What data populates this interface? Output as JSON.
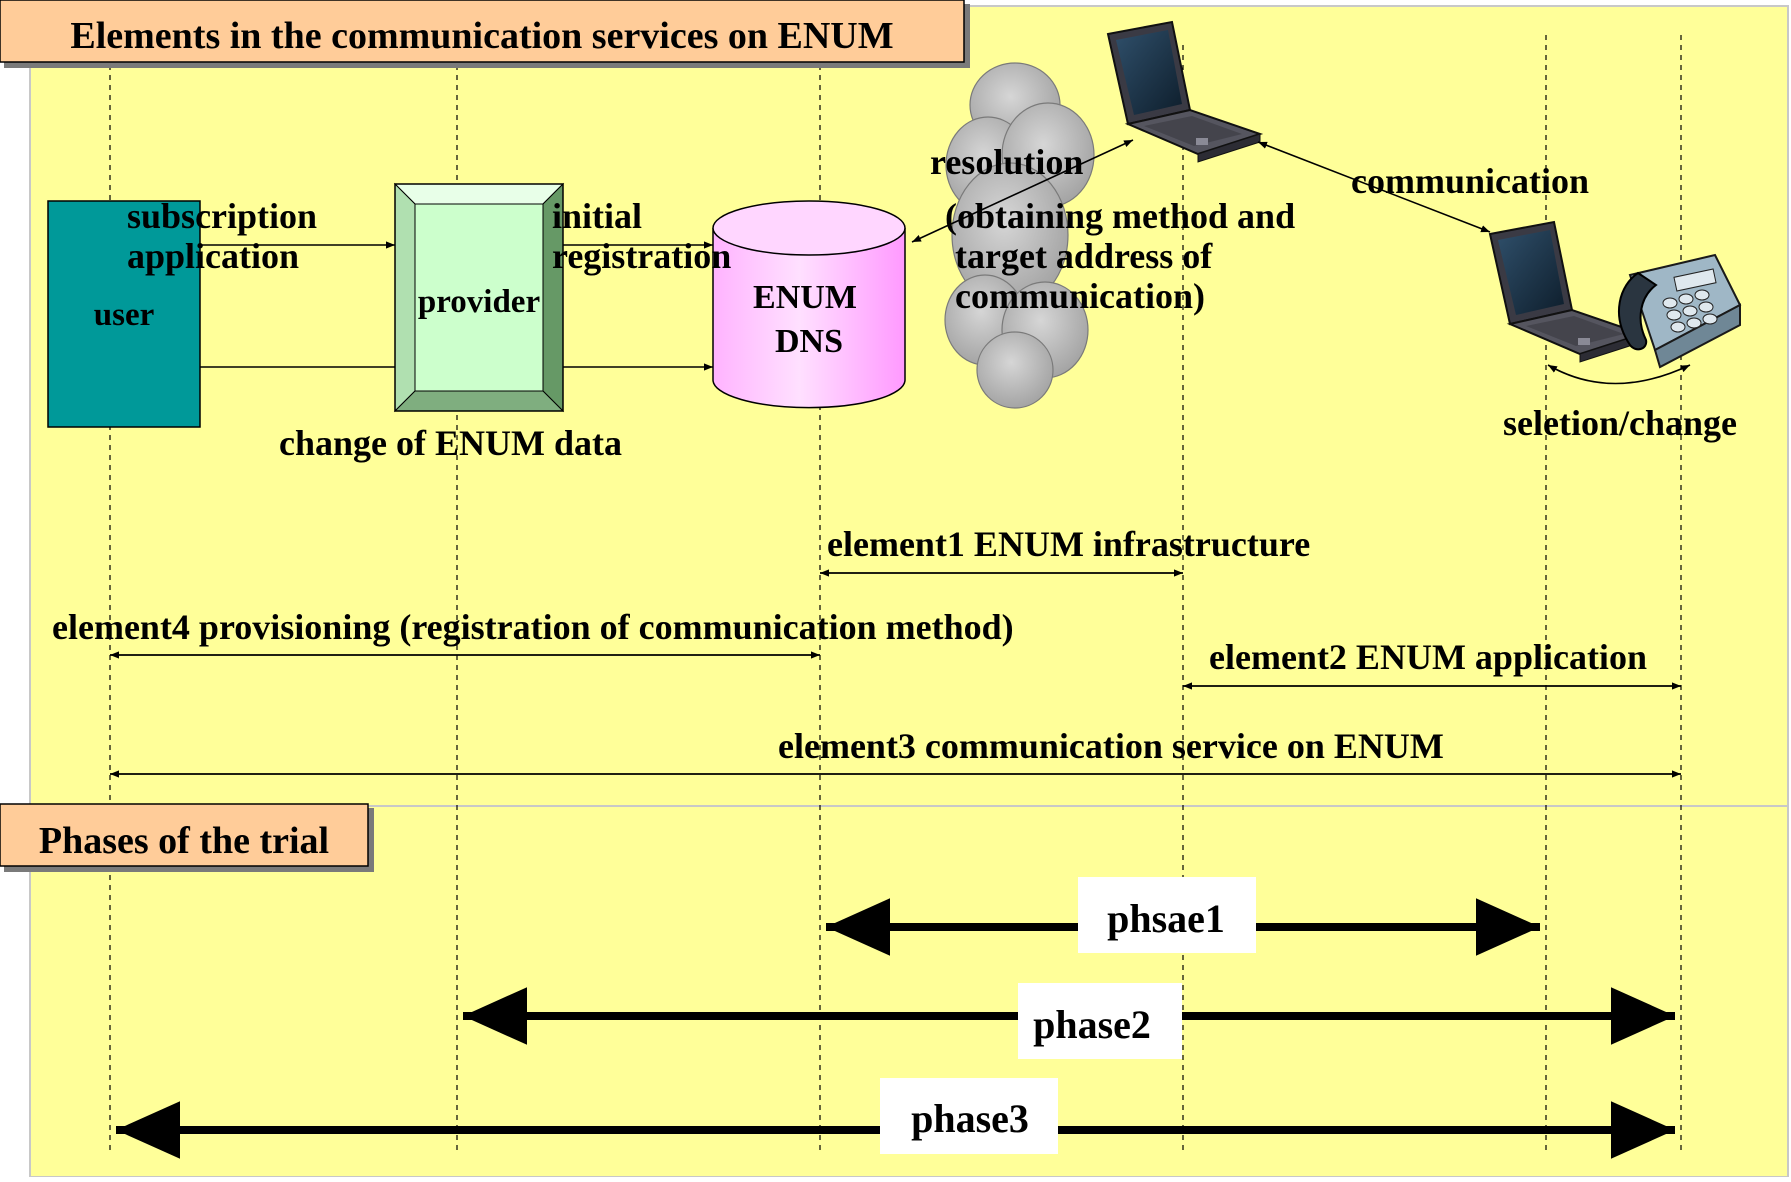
{
  "colors": {
    "background": "#ffff99",
    "header_box": "#ffcc99",
    "user_box": "#009999",
    "provider_box": "#ccffcc",
    "provider_bevel": "#669966",
    "enum_dns": "#ffccff",
    "cloud": "#b8b8b8"
  },
  "sections": {
    "elements_title": "Elements in the communication services on ENUM",
    "phases_title": "Phases of the trial"
  },
  "nodes": {
    "user": "user",
    "provider": "provider",
    "enum_dns": [
      "ENUM",
      "DNS"
    ]
  },
  "labels": {
    "subscription_application": [
      "subscription",
      "application"
    ],
    "initial_registration": [
      "initial",
      "registration"
    ],
    "change_of_enum_data": "change of ENUM data",
    "resolution": [
      "resolution",
      "(obtaining method and",
      "target address of",
      "communication)"
    ],
    "communication": "communication",
    "selection_change": "seletion/change"
  },
  "elements": {
    "element1": "element1 ENUM infrastructure",
    "element4": "element4 provisioning (registration of communication method)",
    "element2": "element2 ENUM application",
    "element3": "element3 communication service on ENUM"
  },
  "phases": {
    "phase1": "phsae1",
    "phase2": "phase2",
    "phase3": "phase3"
  },
  "icons": {
    "laptop_top": "laptop-icon",
    "laptop_right": "laptop-icon",
    "phone": "telephone-icon",
    "cloud": "cloud-icon"
  }
}
